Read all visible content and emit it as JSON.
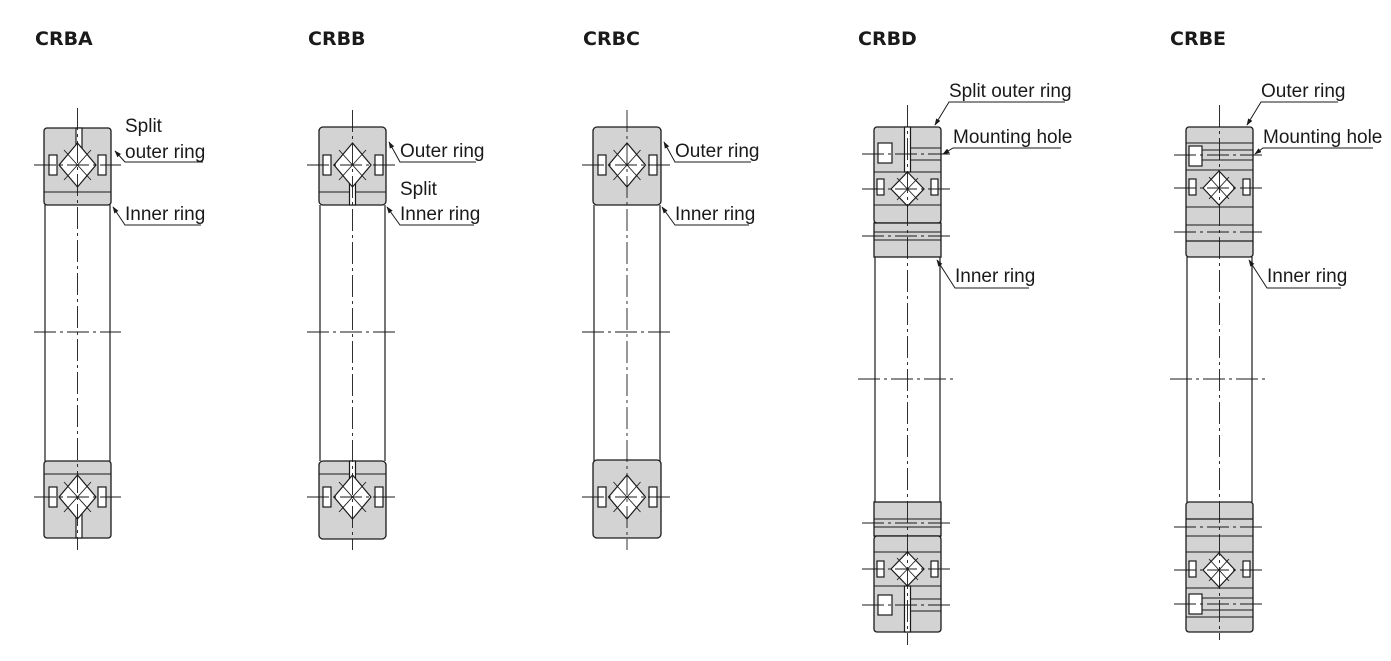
{
  "diagrams": [
    {
      "title": "CRBA",
      "labels": {
        "split_line1": "Split",
        "split_line2": "outer ring",
        "inner": "Inner ring"
      }
    },
    {
      "title": "CRBB",
      "labels": {
        "outer": "Outer ring",
        "split_line1": "Split",
        "split_line2": "Inner ring"
      }
    },
    {
      "title": "CRBC",
      "labels": {
        "outer": "Outer ring",
        "inner": "Inner ring"
      }
    },
    {
      "title": "CRBD",
      "labels": {
        "split_outer": "Split outer ring",
        "mounting": "Mounting hole",
        "inner": "Inner ring"
      }
    },
    {
      "title": "CRBE",
      "labels": {
        "outer": "Outer ring",
        "mounting": "Mounting hole",
        "inner": "Inner ring"
      }
    }
  ],
  "colors": {
    "ring_fill": "#d3d3d3",
    "line": "#1a1a1a",
    "background": "#ffffff"
  }
}
